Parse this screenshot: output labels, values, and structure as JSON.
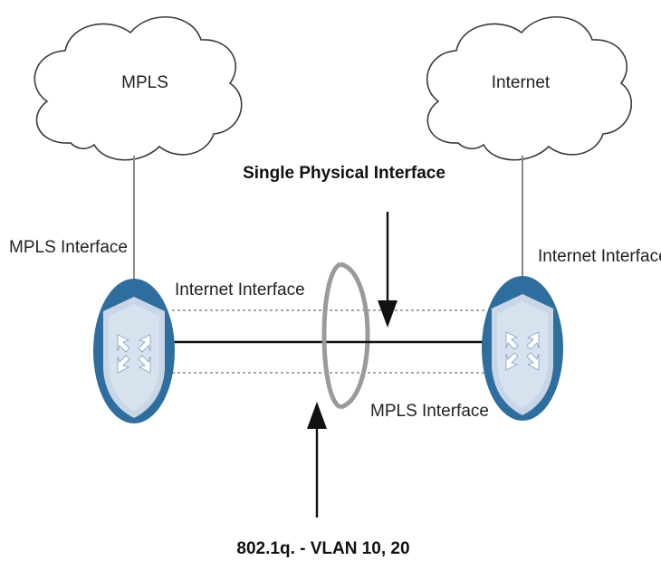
{
  "labels": {
    "mpls_cloud": "MPLS",
    "internet_cloud": "Internet",
    "single_physical_interface": "Single Physical Interface",
    "mpls_interface_left": "MPLS Interface",
    "internet_interface_right": "Internet Interface",
    "internet_interface_link": "Internet Interface",
    "mpls_interface_link": "MPLS Interface",
    "vlan_label": "802.1q. - VLAN 10, 20"
  },
  "colors": {
    "router_fill": "#2e6e9e",
    "router_shield": "#c9d6e6",
    "cloud_stroke": "#3a3a3a",
    "link_line": "#111111",
    "dashed_line": "#8a8a8a",
    "ring": "#9a9a9a"
  },
  "icons": {
    "left_router": "router-shield-icon",
    "right_router": "router-shield-icon"
  }
}
